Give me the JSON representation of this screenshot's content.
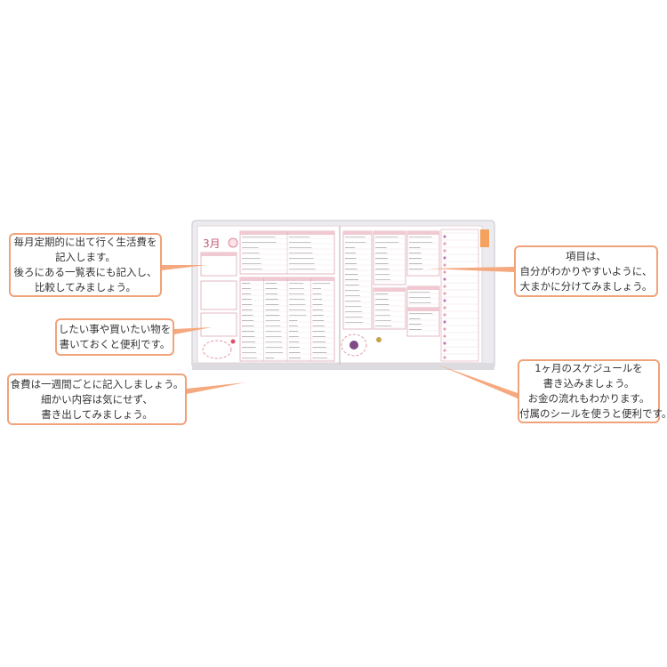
{
  "colors": {
    "accent": "#f0a27a",
    "arrow": "#f5a97f",
    "page_line": "#d9a7b5",
    "cover": "#e9e7ea"
  },
  "book": {
    "month_label": "3月"
  },
  "callouts": {
    "fixed_costs": {
      "lines": [
        "毎月定期的に出て行く生活費を",
        "記入します。",
        "後ろにある一覧表にも記入し、",
        "比較してみましょう。"
      ]
    },
    "wishlist": {
      "lines": [
        "したい事や買いたい物を",
        "書いておくと便利です。"
      ]
    },
    "food_costs": {
      "lines": [
        "食費は一週間ごとに記入しましょう。",
        "細かい内容は気にせず、",
        "書き出してみましょう。"
      ]
    },
    "categories": {
      "lines": [
        "項目は、",
        "自分がわかりやすいように、",
        "大まかに分けてみましょう。"
      ]
    },
    "schedule": {
      "lines": [
        "1ヶ月のスケジュールを",
        "書き込みましょう。",
        "お金の流れもわかります。",
        "付属のシールを使うと便利です。"
      ]
    }
  }
}
